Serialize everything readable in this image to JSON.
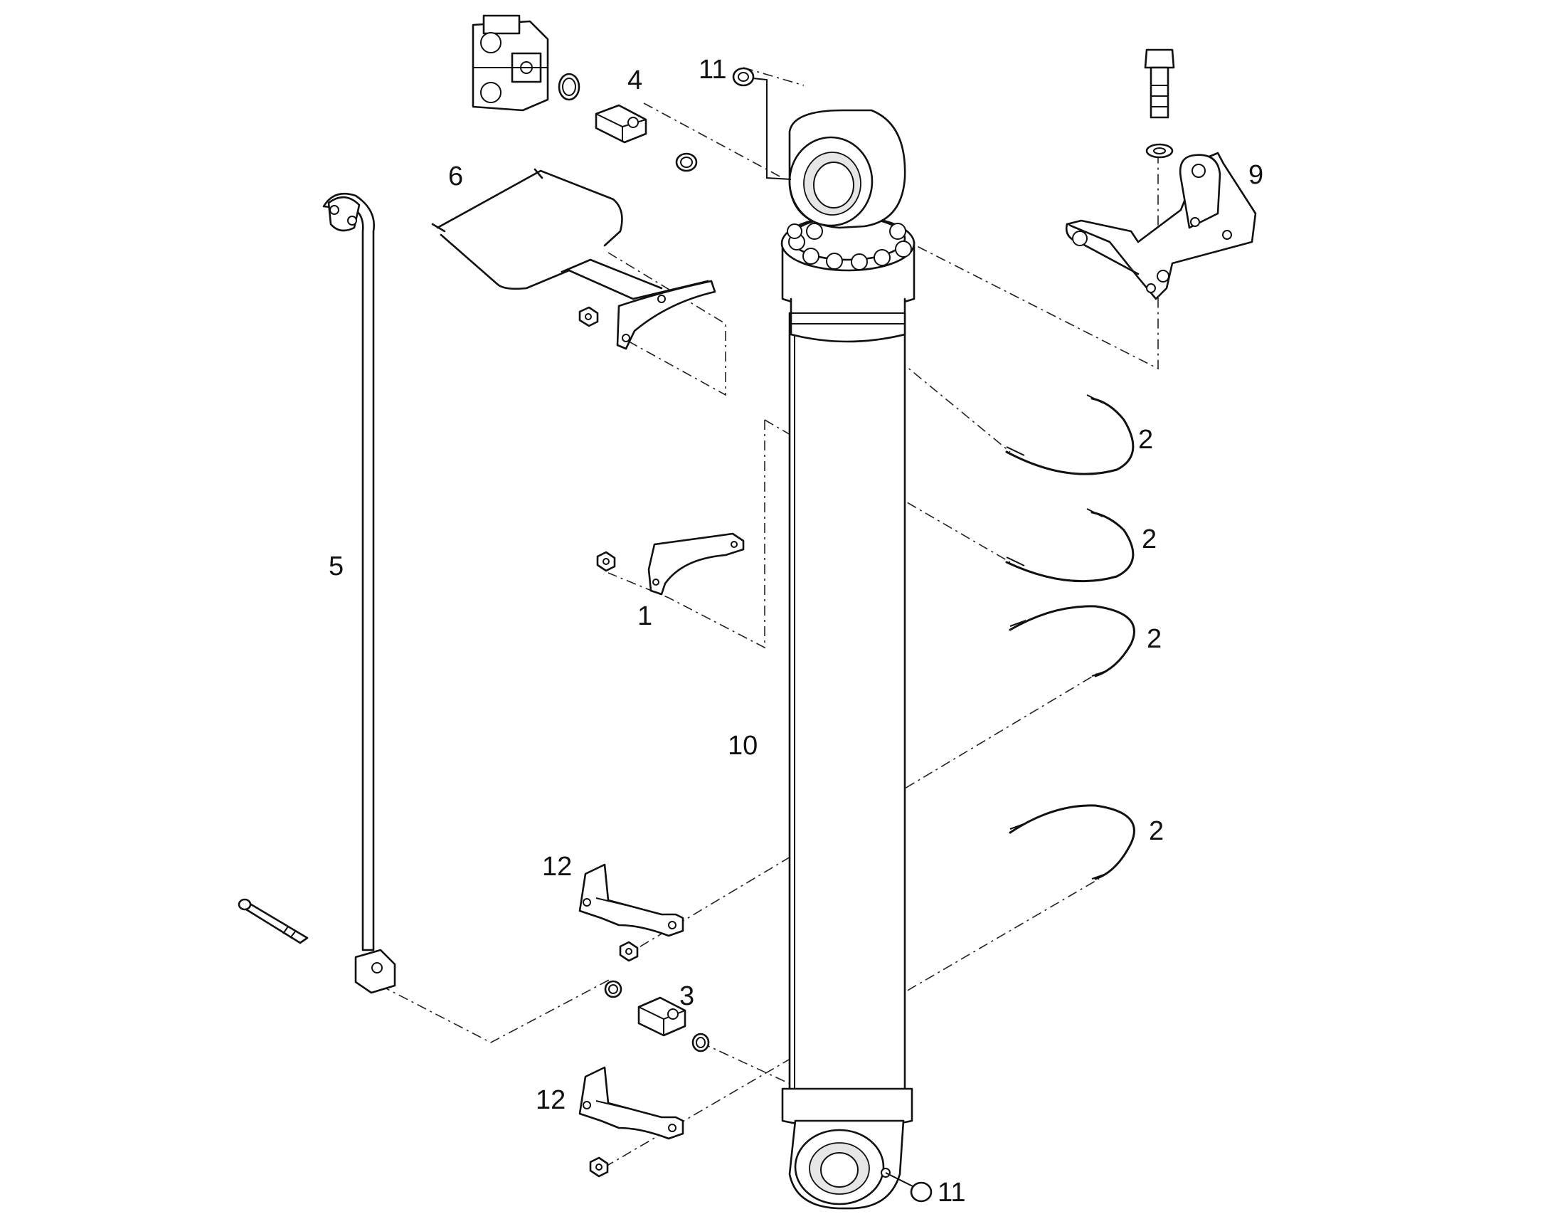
{
  "diagram": {
    "callouts": {
      "c1": "1",
      "c2a": "2",
      "c2b": "2",
      "c2c": "2",
      "c2d": "2",
      "c3": "3",
      "c4": "4",
      "c5": "5",
      "c6": "6",
      "c9": "9",
      "c10": "10",
      "c11a": "11",
      "c11b": "11",
      "c12a": "12",
      "c12b": "12"
    }
  }
}
